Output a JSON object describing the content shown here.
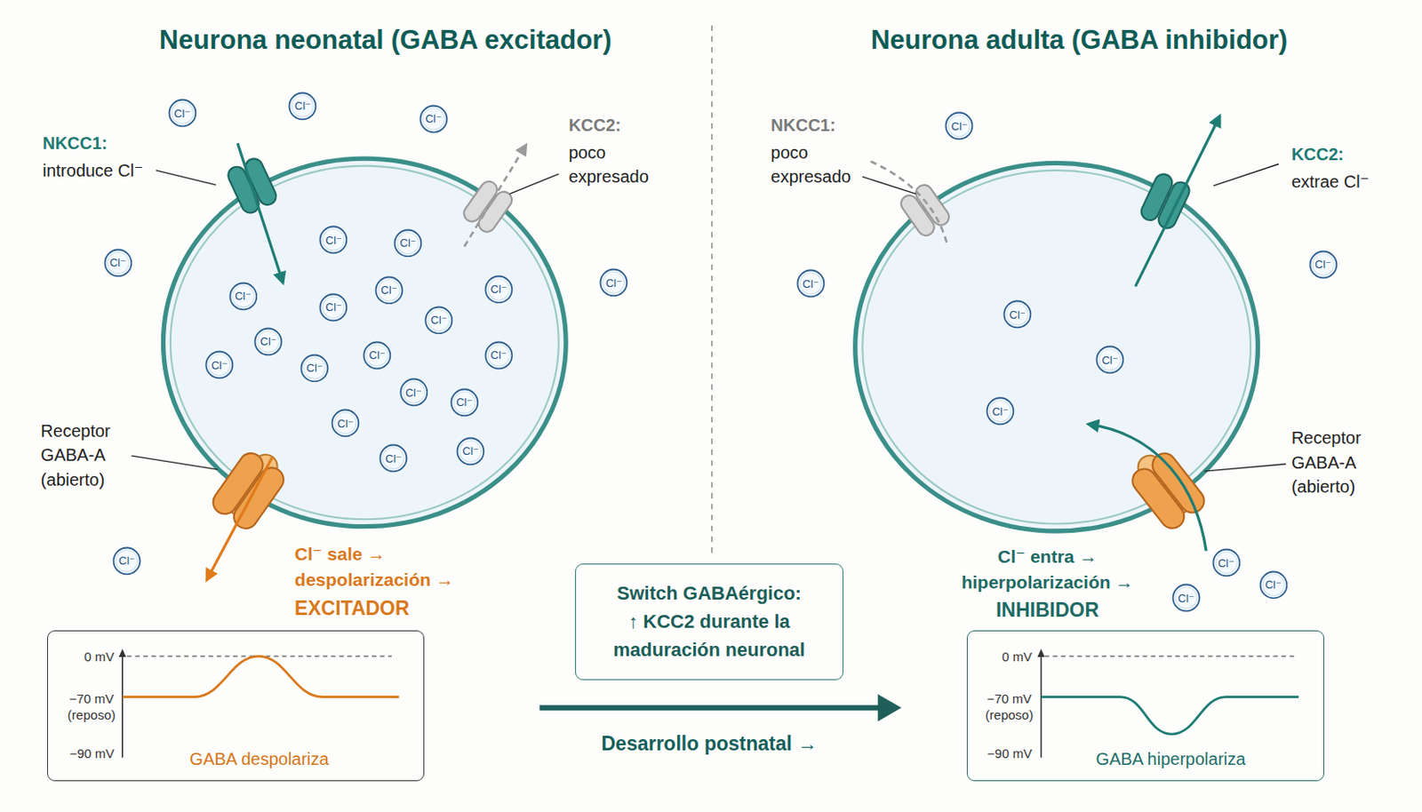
{
  "diagram": {
    "nodes": [
      {
        "text": [
          "Cl⁻"
        ]
      },
      {
        "text": [
          "Cl⁻"
        ]
      },
      {
        "text": [
          "Cl⁻"
        ]
      },
      {
        "text": [
          "Cl⁻"
        ]
      },
      {
        "text": [
          "Cl⁻"
        ]
      },
      {
        "text": [
          "Cl⁻"
        ]
      },
      {
        "text": [
          "Cl⁻"
        ]
      },
      {
        "text": [
          "Cl⁻"
        ]
      },
      {
        "text": [
          "Cl⁻"
        ]
      },
      {
        "text": [
          "Cl⁻"
        ]
      },
      {
        "text": [
          "Cl⁻"
        ]
      },
      {
        "text": [
          "Cl⁻"
        ]
      },
      {
        "text": [
          "Cl⁻"
        ]
      },
      {
        "text": [
          "Cl⁻"
        ]
      },
      {
        "text": [
          "Cl⁻"
        ]
      },
      {
        "text": [
          "Cl⁻"
        ]
      },
      {
        "text": [
          "Cl⁻"
        ]
      },
      {
        "text": [
          "Cl⁻"
        ]
      },
      {
        "text": [
          "Cl⁻"
        ]
      },
      {
        "text": [
          "Cl⁻"
        ]
      },
      {
        "text": [
          "Cl⁻"
        ]
      },
      {
        "text": [
          "Cl⁻"
        ]
      },
      {
        "text": [
          "Cl⁻"
        ]
      },
      {
        "text": [
          "0 mV",
          "−70 mV (reposo)",
          "−90 mV",
          "GABA despolariza"
        ]
      },
      {
        "text": [
          "Switch GABAérgico:",
          "↑ KCC2 durante la maduración neuronal"
        ]
      },
      {
        "text": [
          "Cl⁻"
        ]
      },
      {
        "text": [
          "Cl⁻"
        ]
      },
      {
        "text": [
          "Cl⁻"
        ]
      },
      {
        "text": [
          "Cl⁻"
        ]
      },
      {
        "text": [
          "Cl⁻"
        ]
      },
      {
        "text": [
          "Cl⁻"
        ]
      },
      {
        "text": [
          "Cl⁻"
        ]
      },
      {
        "text": [
          "Cl⁻"
        ]
      },
      {
        "text": [
          "Cl⁻"
        ]
      },
      {
        "text": [
          "0 mV",
          "−70 mV (reposo)",
          "−90 mV",
          "GABA hiperpolariza"
        ]
      }
    ],
    "labels": [
      "Neurona neonatal (GABA excitador)",
      "Neurona adulta (GABA inhibidor)",
      "NKCC1:",
      "introduce Cl⁻",
      "KCC2:",
      "poco expresado",
      "Receptor GABA-A (abierto)",
      "Cl⁻ sale → despolarización →",
      "EXCITADOR",
      "NKCC1:",
      "poco expresado",
      "KCC2:",
      "extrae Cl⁻",
      "Receptor GABA-A (abierto)",
      "Cl⁻ entra → hiperpolarización →",
      "INHIBIDOR",
      "Desarrollo postnatal →"
    ]
  }
}
